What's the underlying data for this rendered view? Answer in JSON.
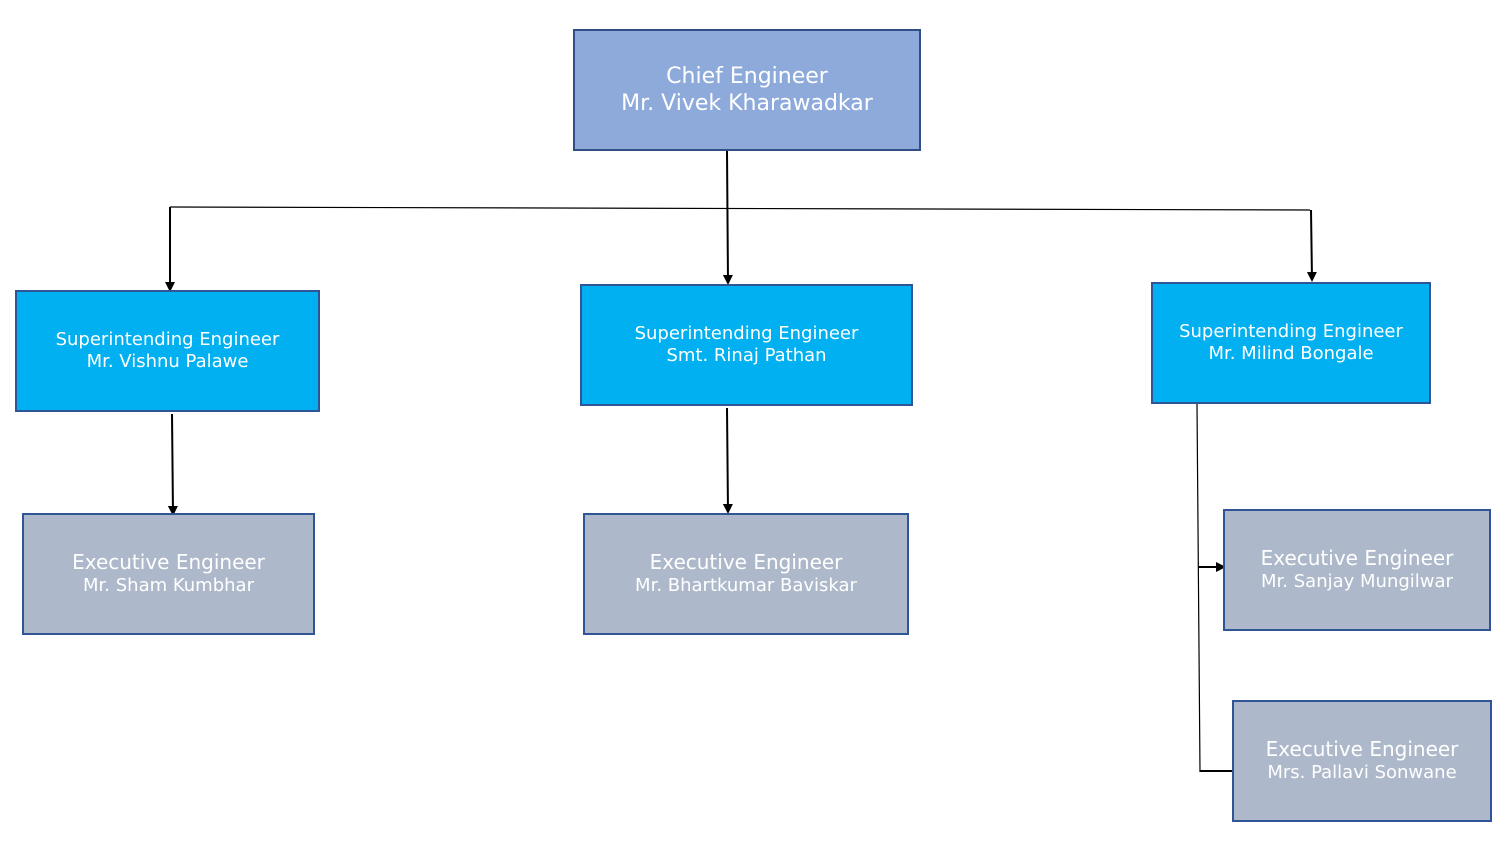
{
  "chief": {
    "role": "Chief Engineer",
    "name": "Mr. Vivek Kharawadkar"
  },
  "superintending": [
    {
      "role": "Superintending Engineer",
      "name": "Mr. Vishnu Palawe"
    },
    {
      "role": "Superintending Engineer",
      "name": "Smt. Rinaj Pathan"
    },
    {
      "role": "Superintending Engineer",
      "name": "Mr. Milind Bongale"
    }
  ],
  "executive": [
    {
      "role": "Executive Engineer",
      "name": "Mr. Sham Kumbhar"
    },
    {
      "role": "Executive Engineer",
      "name": "Mr. Bhartkumar Baviskar"
    },
    {
      "role": "Executive Engineer",
      "name": "Mr. Sanjay Mungilwar"
    },
    {
      "role": "Executive Engineer",
      "name": "Mrs. Pallavi Sonwane"
    }
  ],
  "colors": {
    "chief_fill": "#8eaadb",
    "superintending_fill": "#00b0f0",
    "executive_fill": "#adb9ca",
    "border": "#2f5597",
    "connector": "#000000",
    "text": "#ffffff"
  }
}
